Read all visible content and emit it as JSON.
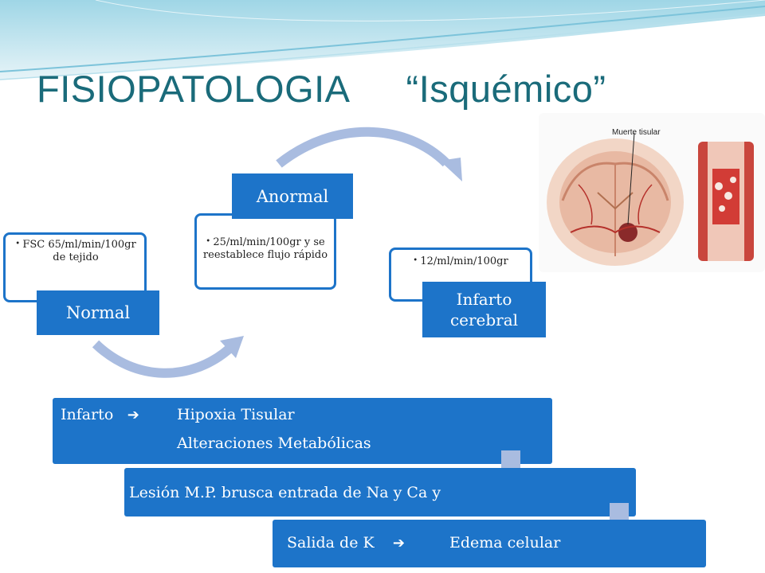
{
  "title": {
    "main": "FISIOPATOLOGIA",
    "sub": "“Isquémico”"
  },
  "stages": {
    "normal": {
      "label": "Normal",
      "detail": "FSC 65/ml/min/100gr de tejido"
    },
    "anormal": {
      "label": "Anormal",
      "detail": "25/ml/min/100gr y se reestablece flujo rápido"
    },
    "infarto": {
      "label": "Infarto cerebral",
      "detail": "12/ml/min/100gr"
    }
  },
  "image": {
    "label": "Muerte tisular"
  },
  "process": {
    "step1": {
      "left": "Infarto",
      "right_line1": "Hipoxia Tisular",
      "right_line2": "Alteraciones Metabólicas"
    },
    "step2": {
      "text": "Lesión  M.P.  brusca entrada de Na y Ca y"
    },
    "step3": {
      "left": "Salida de K",
      "right": "Edema celular"
    }
  },
  "colors": {
    "accent": "#1d74c9",
    "title": "#1a6b7a",
    "arrow": "#a9bce0"
  },
  "icons": [
    "right-arrow-icon",
    "down-arrow-icon",
    "curved-arrow-icon"
  ]
}
